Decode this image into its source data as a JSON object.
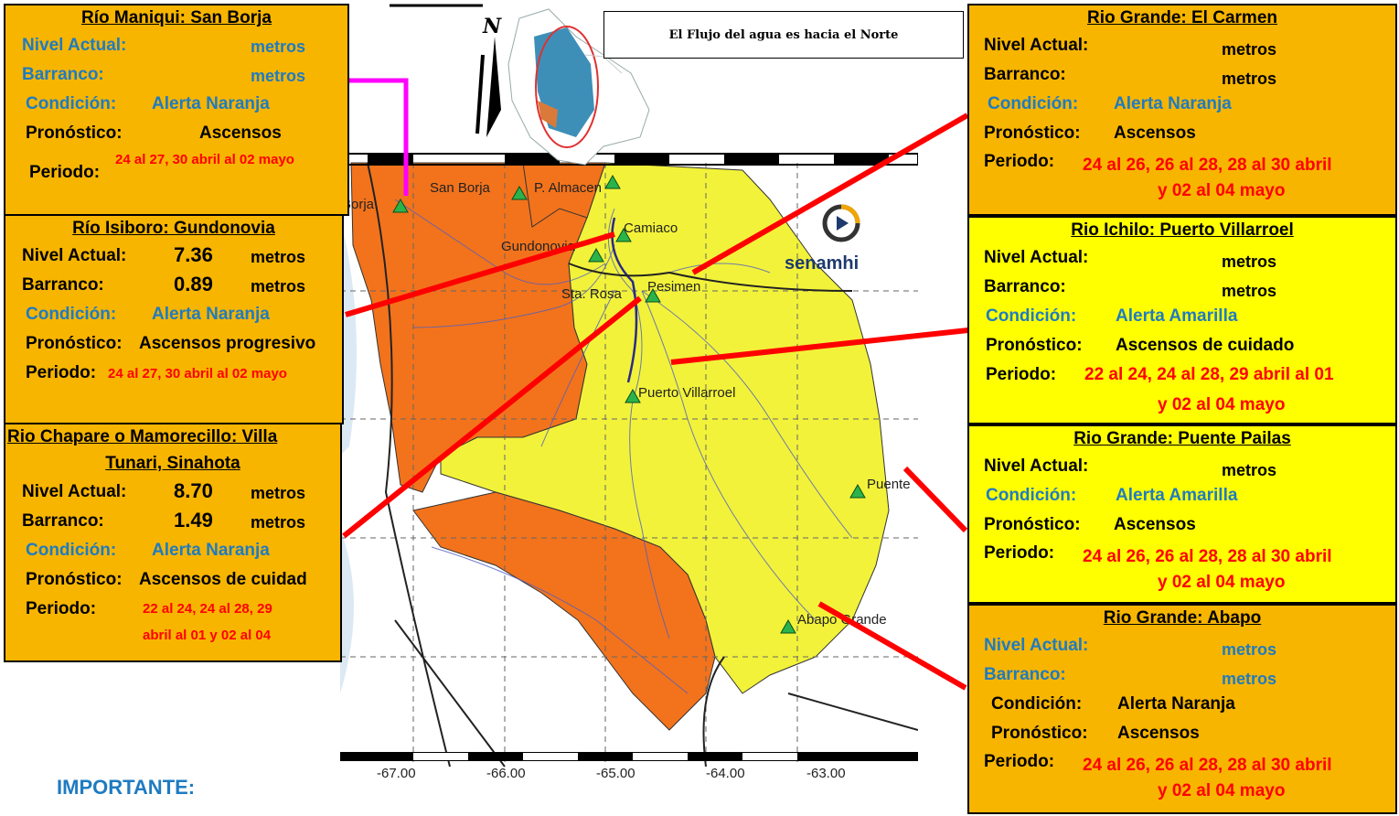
{
  "note_text": "El Flujo del agua es hacia el Norte",
  "north_label": "N",
  "important_label": "IMPORTANTE:",
  "logo_text": "senamhi",
  "labels": {
    "nivel": "Nivel Actual:",
    "barranco": "Barranco:",
    "condicion": "Condición:",
    "pronostico": "Pronóstico:",
    "periodo": "Periodo:",
    "metros": "metros"
  },
  "stations": {
    "san_borja": {
      "title": "Río Maniqui: San Borja",
      "condicion": "Alerta Naranja",
      "pronostico": "Ascensos",
      "periodo": "24 al 27, 30 abril al 02 mayo"
    },
    "gundonovia": {
      "title": "Río Isiboro: Gundonovia",
      "nivel": "7.36",
      "barranco": "0.89",
      "condicion": "Alerta Naranja",
      "pronostico": "Ascensos progresivo",
      "periodo": "24 al 27, 30 abril al 02 mayo"
    },
    "villa_tunari": {
      "title": "Rio Chapare o Mamorecillo: Villa",
      "subtitle": "Tunari, Sinahota",
      "nivel": "8.70",
      "barranco": "1.49",
      "condicion": "Alerta Naranja",
      "pronostico": "Ascensos de cuidad",
      "periodo_1": "22 al 24, 24 al 28, 29",
      "periodo_2": "abril al 01 y 02 al 04"
    },
    "el_carmen": {
      "title": "Rio Grande: El Carmen",
      "condicion": "Alerta Naranja",
      "pronostico": "Ascensos",
      "periodo_1": "24 al 26, 26 al 28, 28 al 30 abril",
      "periodo_2": "y 02 al 04 mayo"
    },
    "puerto_villarroel": {
      "title": "Rio Ichilo: Puerto Villarroel",
      "condicion": "Alerta Amarilla",
      "pronostico": "Ascensos de cuidado",
      "periodo_1": "22 al 24, 24 al 28, 29 abril al 01",
      "periodo_2": "y 02 al 04 mayo"
    },
    "puente_pailas": {
      "title": "Rio Grande: Puente Pailas",
      "condicion": "Alerta Amarilla",
      "pronostico": "Ascensos",
      "periodo_1": "24 al 26, 26 al 28, 28 al 30 abril",
      "periodo_2": "y 02 al 04 mayo"
    },
    "abapo": {
      "title": "Rio Grande: Abapo",
      "condicion": "Alerta Naranja",
      "pronostico": "Ascensos",
      "periodo_1": "24 al 26, 26 al 28, 28 al 30 abril",
      "periodo_2": "y 02 al 04 mayo"
    }
  },
  "map_labels": {
    "san_borja": "San Borja",
    "borja_left": "Borja",
    "p_almacen": "P. Almacen",
    "camiaco": "Camiaco",
    "gundonovia": "Gundonovia",
    "sta_rosa": "Sta. Rosa",
    "pesimen": "Pesimen",
    "puerto_villarroel": "Puerto Villarroel",
    "puente": "Puente",
    "abapo_grande": "Abapo Grande",
    "ticks": [
      "-67.00",
      "-66.00",
      "-65.00",
      "-64.00",
      "-63.00"
    ]
  },
  "colors": {
    "orange_box": "#f7b500",
    "yellow_box": "#ffff00",
    "map_orange": "#f2731c",
    "map_yellow": "#f2f23a",
    "label_blue": "#1f7bc1",
    "period_red": "#ff0000",
    "connector_red": "#ff0000",
    "connector_magenta": "#ff00ff"
  }
}
